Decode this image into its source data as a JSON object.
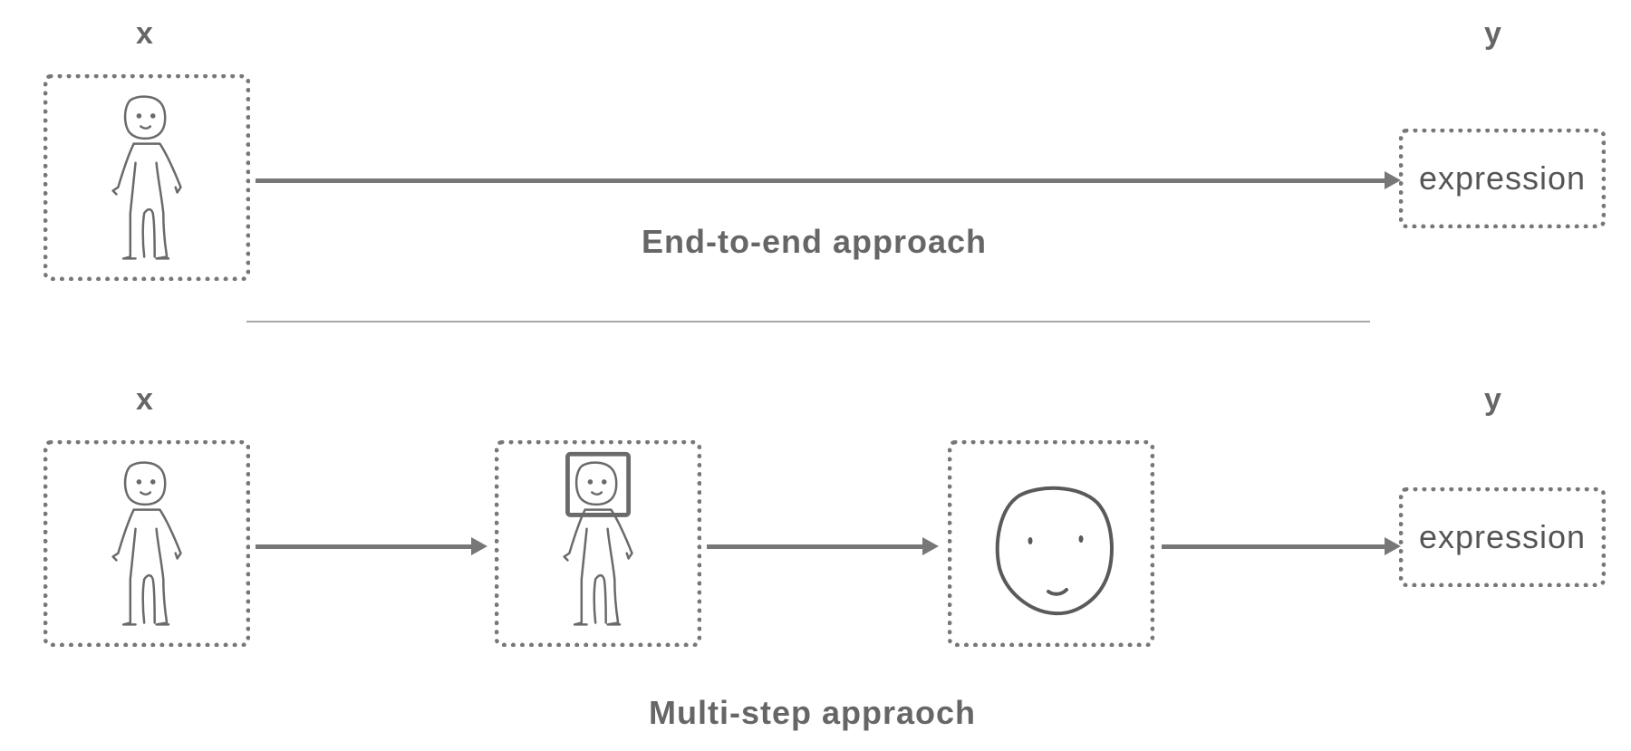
{
  "top": {
    "x_label": "x",
    "y_label": "y",
    "output_label": "expression",
    "title": "End-to-end approach"
  },
  "bottom": {
    "x_label": "x",
    "y_label": "y",
    "output_label": "expression",
    "title": "Multi-step appraoch"
  },
  "colors": {
    "stroke": "#777777",
    "text": "#666666"
  },
  "icons": [
    "stick-figure-icon",
    "face-crop-icon",
    "face-icon"
  ]
}
